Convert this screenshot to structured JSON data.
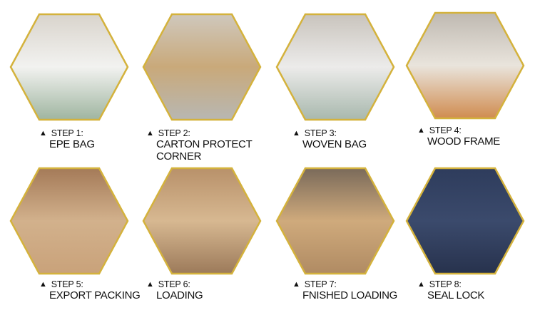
{
  "border_color": "#d4b23c",
  "steps": [
    {
      "step": "STEP 1:",
      "title": "EPE BAG",
      "image": "white-bagged-furniture",
      "bg": [
        "#d9d4cc",
        "#f2f2f0",
        "#9fb5a0"
      ]
    },
    {
      "step": "STEP 2:",
      "title": "CARTON PROTECT CORNER",
      "title_lines": [
        "CARTON PROTECT",
        "CORNER"
      ],
      "image": "carton-corner-furniture",
      "bg": [
        "#cfc8bd",
        "#c9a97a",
        "#b8b7b2"
      ]
    },
    {
      "step": "STEP 3:",
      "title": "WOVEN BAG",
      "image": "woven-bag-furniture",
      "bg": [
        "#c9c4bd",
        "#ecebea",
        "#a8b8ad"
      ]
    },
    {
      "step": "STEP 4:",
      "title": "WOOD FRAME",
      "image": "wood-frame-crate",
      "bg": [
        "#bfb9b1",
        "#e9e4dc",
        "#d08c50"
      ]
    },
    {
      "step": "STEP 5:",
      "title": "EXPORT PACKING",
      "image": "stacked-export-cartons",
      "bg": [
        "#a47a58",
        "#d2b18c",
        "#c9a27a"
      ]
    },
    {
      "step": "STEP 6:",
      "title": "LOADING",
      "image": "container-loading-cartons",
      "bg": [
        "#b8916a",
        "#d7b891",
        "#9c7a5a"
      ]
    },
    {
      "step": "STEP 7:",
      "title": "FNISHED LOADING",
      "image": "finished-loading-container",
      "bg": [
        "#7a6a5a",
        "#cfaa7c",
        "#b08b63"
      ]
    },
    {
      "step": "STEP 8:",
      "title": "SEAL LOCK",
      "image": "container-door-seal",
      "bg": [
        "#2e3c5c",
        "#3b4a6c",
        "#27324d"
      ]
    }
  ]
}
